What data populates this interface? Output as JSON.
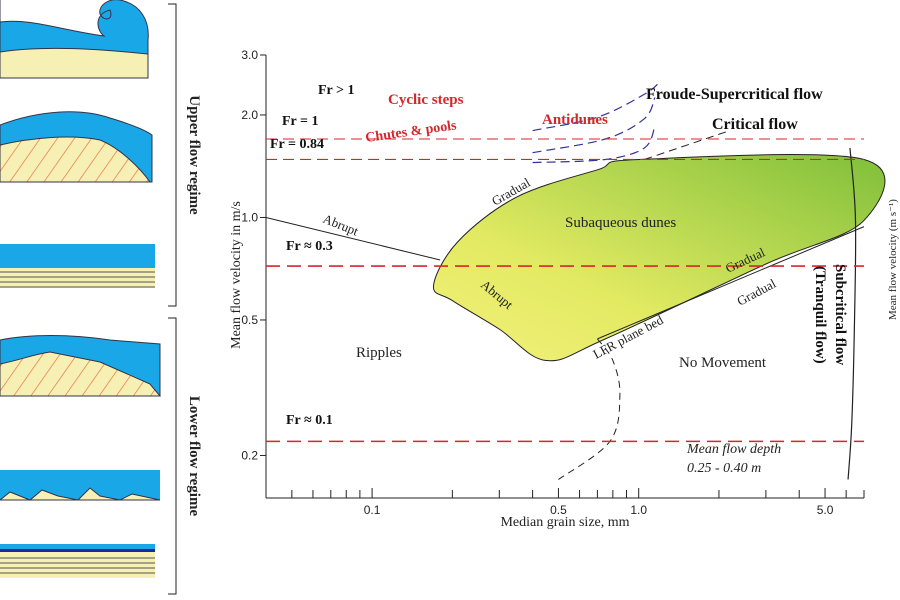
{
  "colors": {
    "water": "#1aa7e8",
    "sand": "#f7f0b4",
    "hatch": "#e56a3a",
    "dunes_left": "#f4f07c",
    "dunes_right": "#7fbf3a",
    "froude_line": "#d7262b",
    "blue_dashed": "#33339a"
  },
  "sidebar": {
    "upper_label": "Upper flow regime",
    "lower_label": "Lower flow regime"
  },
  "chart_data": {
    "type": "line",
    "xlabel": "Median grain size, mm",
    "ylabel": "Mean flow velocity in m/s",
    "right_axis_label": "Mean flow velocity (m s⁻¹)",
    "x_scale": "log",
    "y_scale": "log",
    "xlim": [
      0.04,
      7.0
    ],
    "ylim": [
      0.15,
      3.0
    ],
    "x_ticks": [
      {
        "value": 0.1,
        "label": "0.1"
      },
      {
        "value": 0.5,
        "label": "0.5"
      },
      {
        "value": 1.0,
        "label": "1.0"
      },
      {
        "value": 5.0,
        "label": "5.0"
      }
    ],
    "x_minor_ticks": [
      0.05,
      0.06,
      0.07,
      0.08,
      0.09,
      0.2,
      0.3,
      0.4,
      0.6,
      0.7,
      0.8,
      0.9,
      2,
      3,
      4,
      6,
      7
    ],
    "y_ticks": [
      {
        "value": 3.0,
        "label": "3.0"
      },
      {
        "value": 2.0,
        "label": "2.0"
      },
      {
        "value": 1.0,
        "label": "1.0"
      },
      {
        "value": 0.5,
        "label": "0.5"
      },
      {
        "value": 0.2,
        "label": "0.2"
      }
    ],
    "froude_lines": [
      {
        "label": "Fr = 1",
        "y": 1.7
      },
      {
        "label": "Fr = 0.84",
        "y": 1.48
      },
      {
        "label": "Fr ≈ 0.3",
        "y": 0.72
      },
      {
        "label": "Fr ≈ 0.1",
        "y": 0.22
      }
    ],
    "fr_gt_label": "Fr > 1",
    "regions": {
      "cyclic_steps": "Cyclic steps",
      "chutes_pools": "Chutes & pools",
      "antidunes": "Antidunes",
      "supercritical": "Froude-Supercritical flow",
      "critical": "Critical flow",
      "dunes": "Subaqueous dunes",
      "ripples": "Ripples",
      "no_movement": "No Movement",
      "lfr": "LFR plane bed",
      "subcritical": "Subcritical flow",
      "tranquil": "(Tranquil flow)"
    },
    "boundaries": {
      "gradual_top": "Gradual",
      "abrupt_upper": "Abrupt",
      "abrupt_lower": "Abrupt",
      "gradual_right": "Gradual",
      "gradual_lower_right": "Gradual"
    },
    "depth_note_line1": "Mean flow depth",
    "depth_note_line2": "0.25 - 0.40 m",
    "dunes_field": [
      [
        0.17,
        0.63
      ],
      [
        0.21,
        0.85
      ],
      [
        0.35,
        1.15
      ],
      [
        0.7,
        1.38
      ],
      [
        1.0,
        1.48
      ],
      [
        7.0,
        1.48
      ],
      [
        7.0,
        0.98
      ],
      [
        3.0,
        0.73
      ],
      [
        0.75,
        0.44
      ],
      [
        0.45,
        0.38
      ],
      [
        0.3,
        0.47
      ],
      [
        0.2,
        0.57
      ]
    ],
    "abrupt_upper_line": [
      [
        0.04,
        1.0
      ],
      [
        0.18,
        0.75
      ]
    ],
    "lfr_line": [
      [
        0.7,
        0.44
      ],
      [
        7.0,
        0.94
      ]
    ],
    "movement_threshold": [
      [
        0.7,
        0.44
      ],
      [
        0.8,
        0.38
      ],
      [
        0.85,
        0.3
      ],
      [
        0.78,
        0.22
      ],
      [
        0.5,
        0.17
      ]
    ],
    "subcritical_line": [
      [
        6.2,
        1.6
      ],
      [
        6.5,
        1.0
      ],
      [
        6.45,
        0.5
      ],
      [
        6.3,
        0.25
      ],
      [
        6.1,
        0.17
      ]
    ],
    "cyclic_upper": [
      [
        0.4,
        1.8
      ],
      [
        0.7,
        1.97
      ],
      [
        1.05,
        2.3
      ],
      [
        1.2,
        2.5
      ]
    ],
    "cyclic_lower": [
      [
        0.4,
        1.55
      ],
      [
        0.75,
        1.7
      ],
      [
        1.05,
        1.95
      ],
      [
        1.15,
        2.25
      ]
    ],
    "chutes_line": [
      [
        0.4,
        1.45
      ],
      [
        0.75,
        1.48
      ],
      [
        1.05,
        1.6
      ],
      [
        1.15,
        1.85
      ]
    ],
    "dashed_black": [
      [
        1.05,
        1.48
      ],
      [
        2.2,
        1.8
      ]
    ]
  }
}
